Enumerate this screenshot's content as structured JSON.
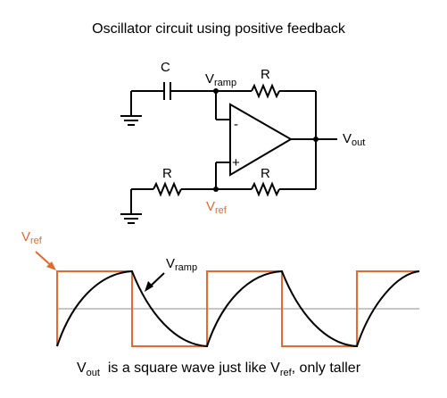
{
  "title": "Oscillator circuit using positive feedback",
  "circuit": {
    "capacitor_label": "C",
    "resistor_top_label": "R",
    "resistor_bottom_left_label": "R",
    "resistor_bottom_right_label": "R",
    "vramp_main": "V",
    "vramp_sub": "ramp",
    "vout_main": "V",
    "vout_sub": "out",
    "vref_main": "V",
    "vref_sub": "ref",
    "opamp_minus": "-",
    "opamp_plus": "+"
  },
  "waveform": {
    "vref_main": "V",
    "vref_sub": "ref",
    "vramp_main": "V",
    "vramp_sub": "ramp",
    "colors": {
      "vref": "#e36a2e",
      "vramp": "#000000",
      "midline": "#b3b3b3"
    }
  },
  "caption": {
    "part1_main": "V",
    "part1_sub": "out",
    "part2": "  is a square wave just like V",
    "part2_sub": "ref",
    "part3": ", only taller"
  }
}
